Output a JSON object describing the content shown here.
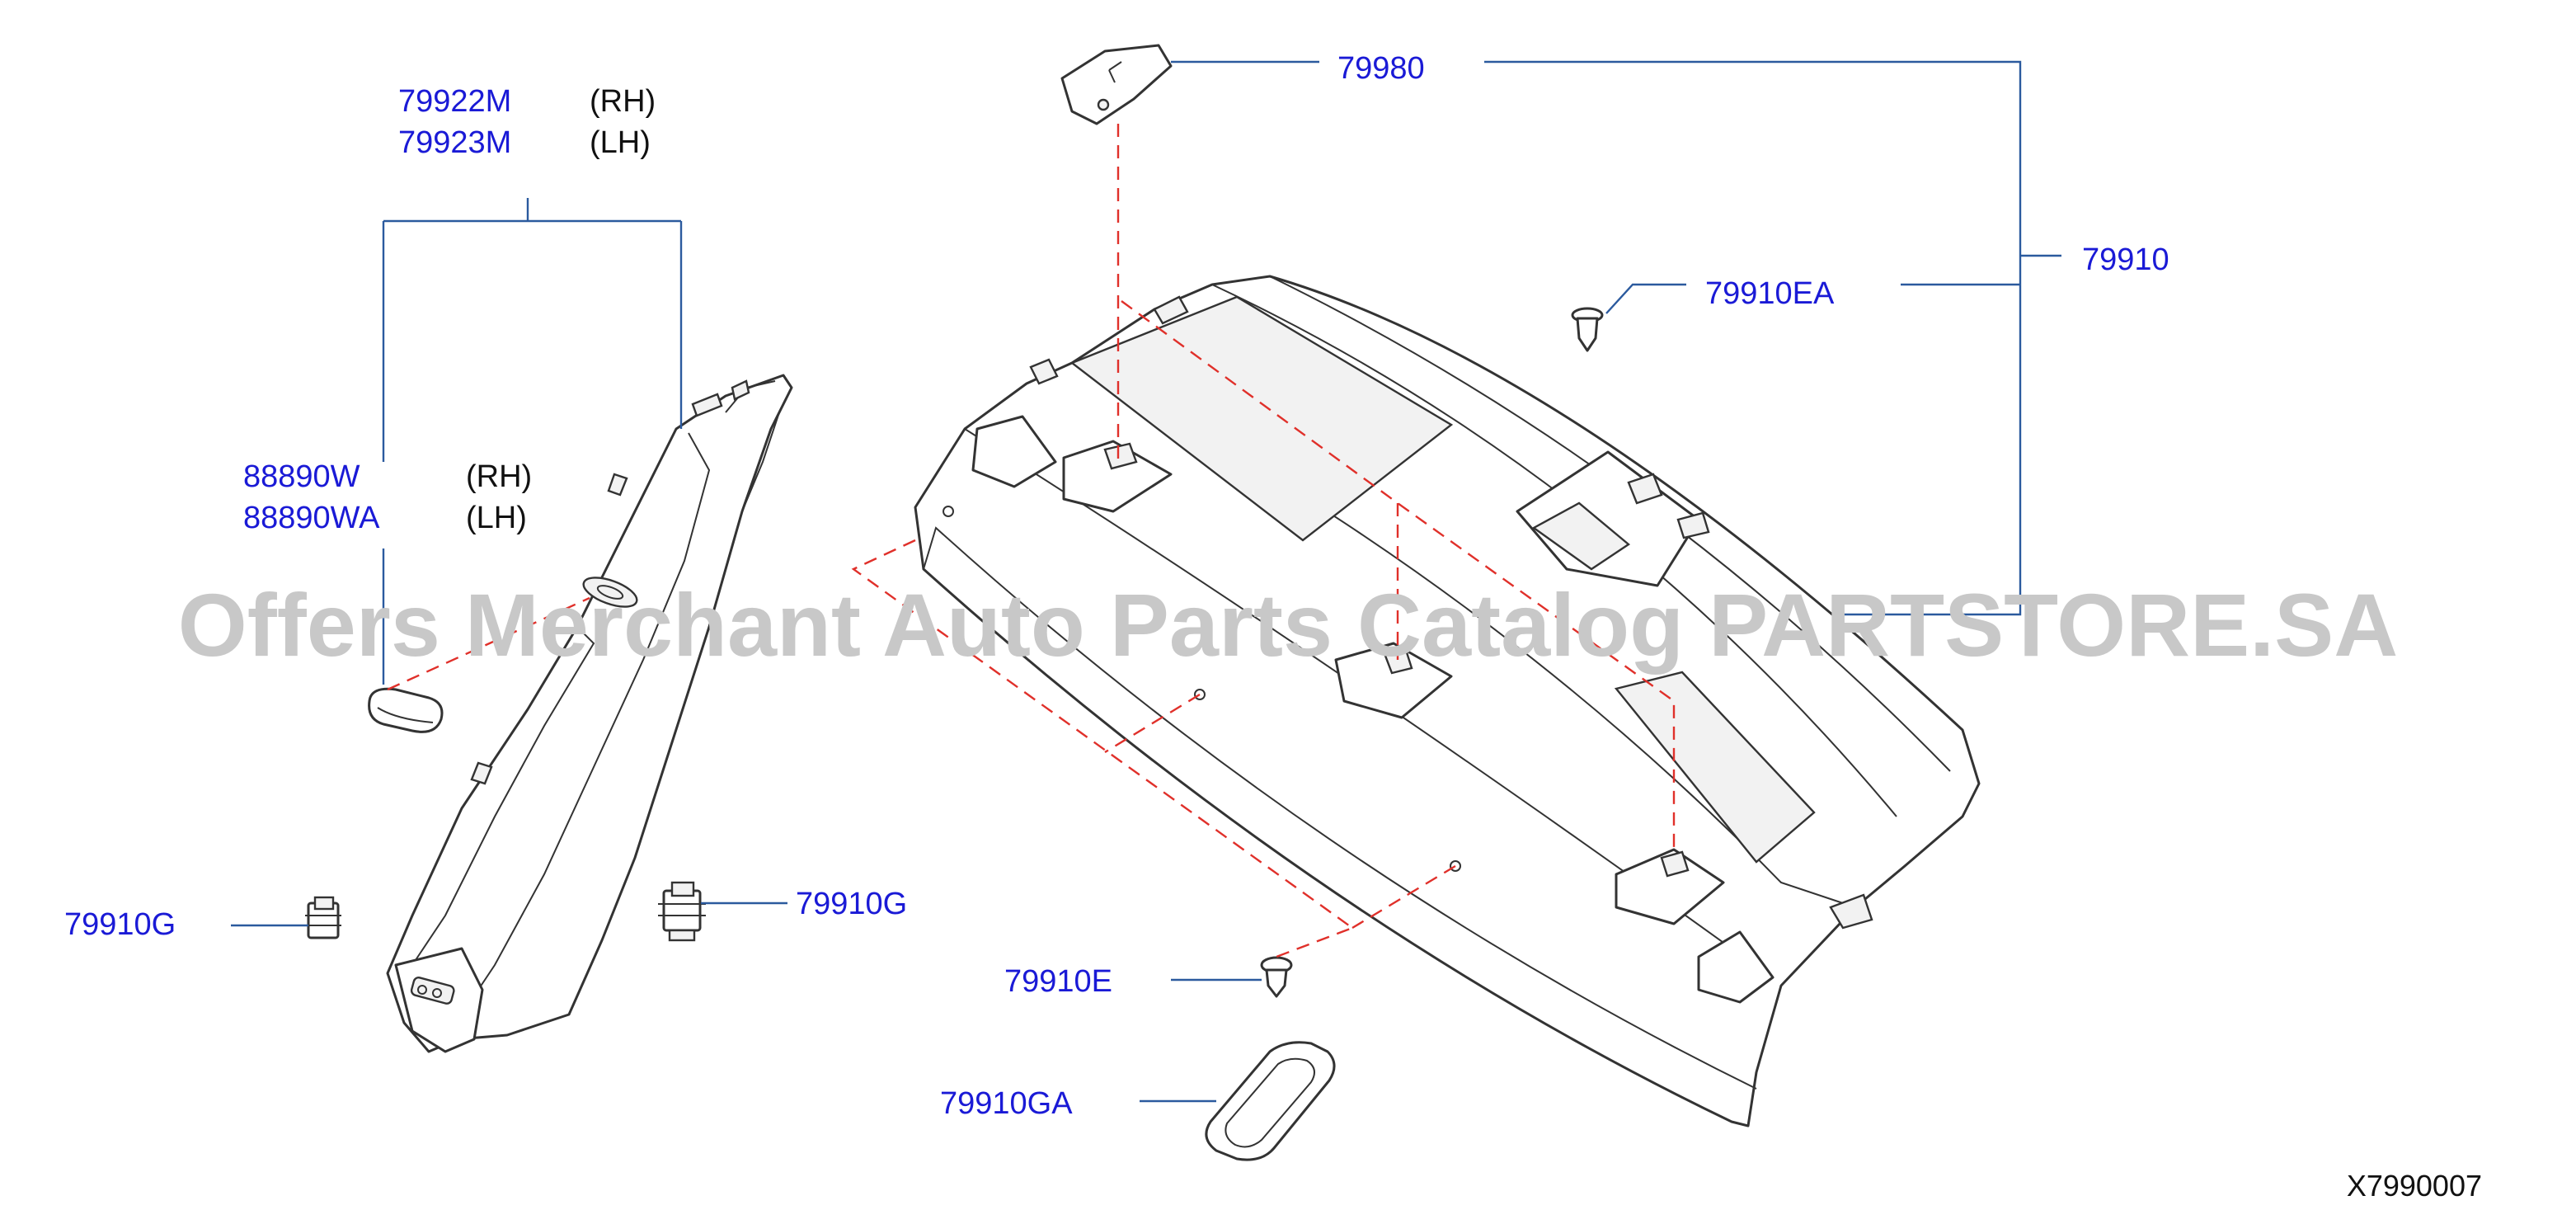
{
  "watermark": "Offers Merchant Auto Parts Catalog PARTSTORE.SA",
  "diagram_code": "X7990007",
  "parts": {
    "p79922M": {
      "number": "79922M",
      "side": "(RH)"
    },
    "p79923M": {
      "number": "79923M",
      "side": "(LH)"
    },
    "p88890W": {
      "number": "88890W",
      "side": "(RH)"
    },
    "p88890WA": {
      "number": "88890WA",
      "side": "(LH)"
    },
    "p79980": {
      "number": "79980"
    },
    "p79910": {
      "number": "79910"
    },
    "p79910EA": {
      "number": "79910EA"
    },
    "p79910G_left": {
      "number": "79910G"
    },
    "p79910G_right": {
      "number": "79910G"
    },
    "p79910E": {
      "number": "79910E"
    },
    "p79910GA": {
      "number": "79910GA"
    }
  },
  "colors": {
    "part_number": "#1a1ad6",
    "leader_line": "#2b5a9e",
    "dashed_guide": "#e0302a",
    "watermark": "#c8c8c8"
  }
}
